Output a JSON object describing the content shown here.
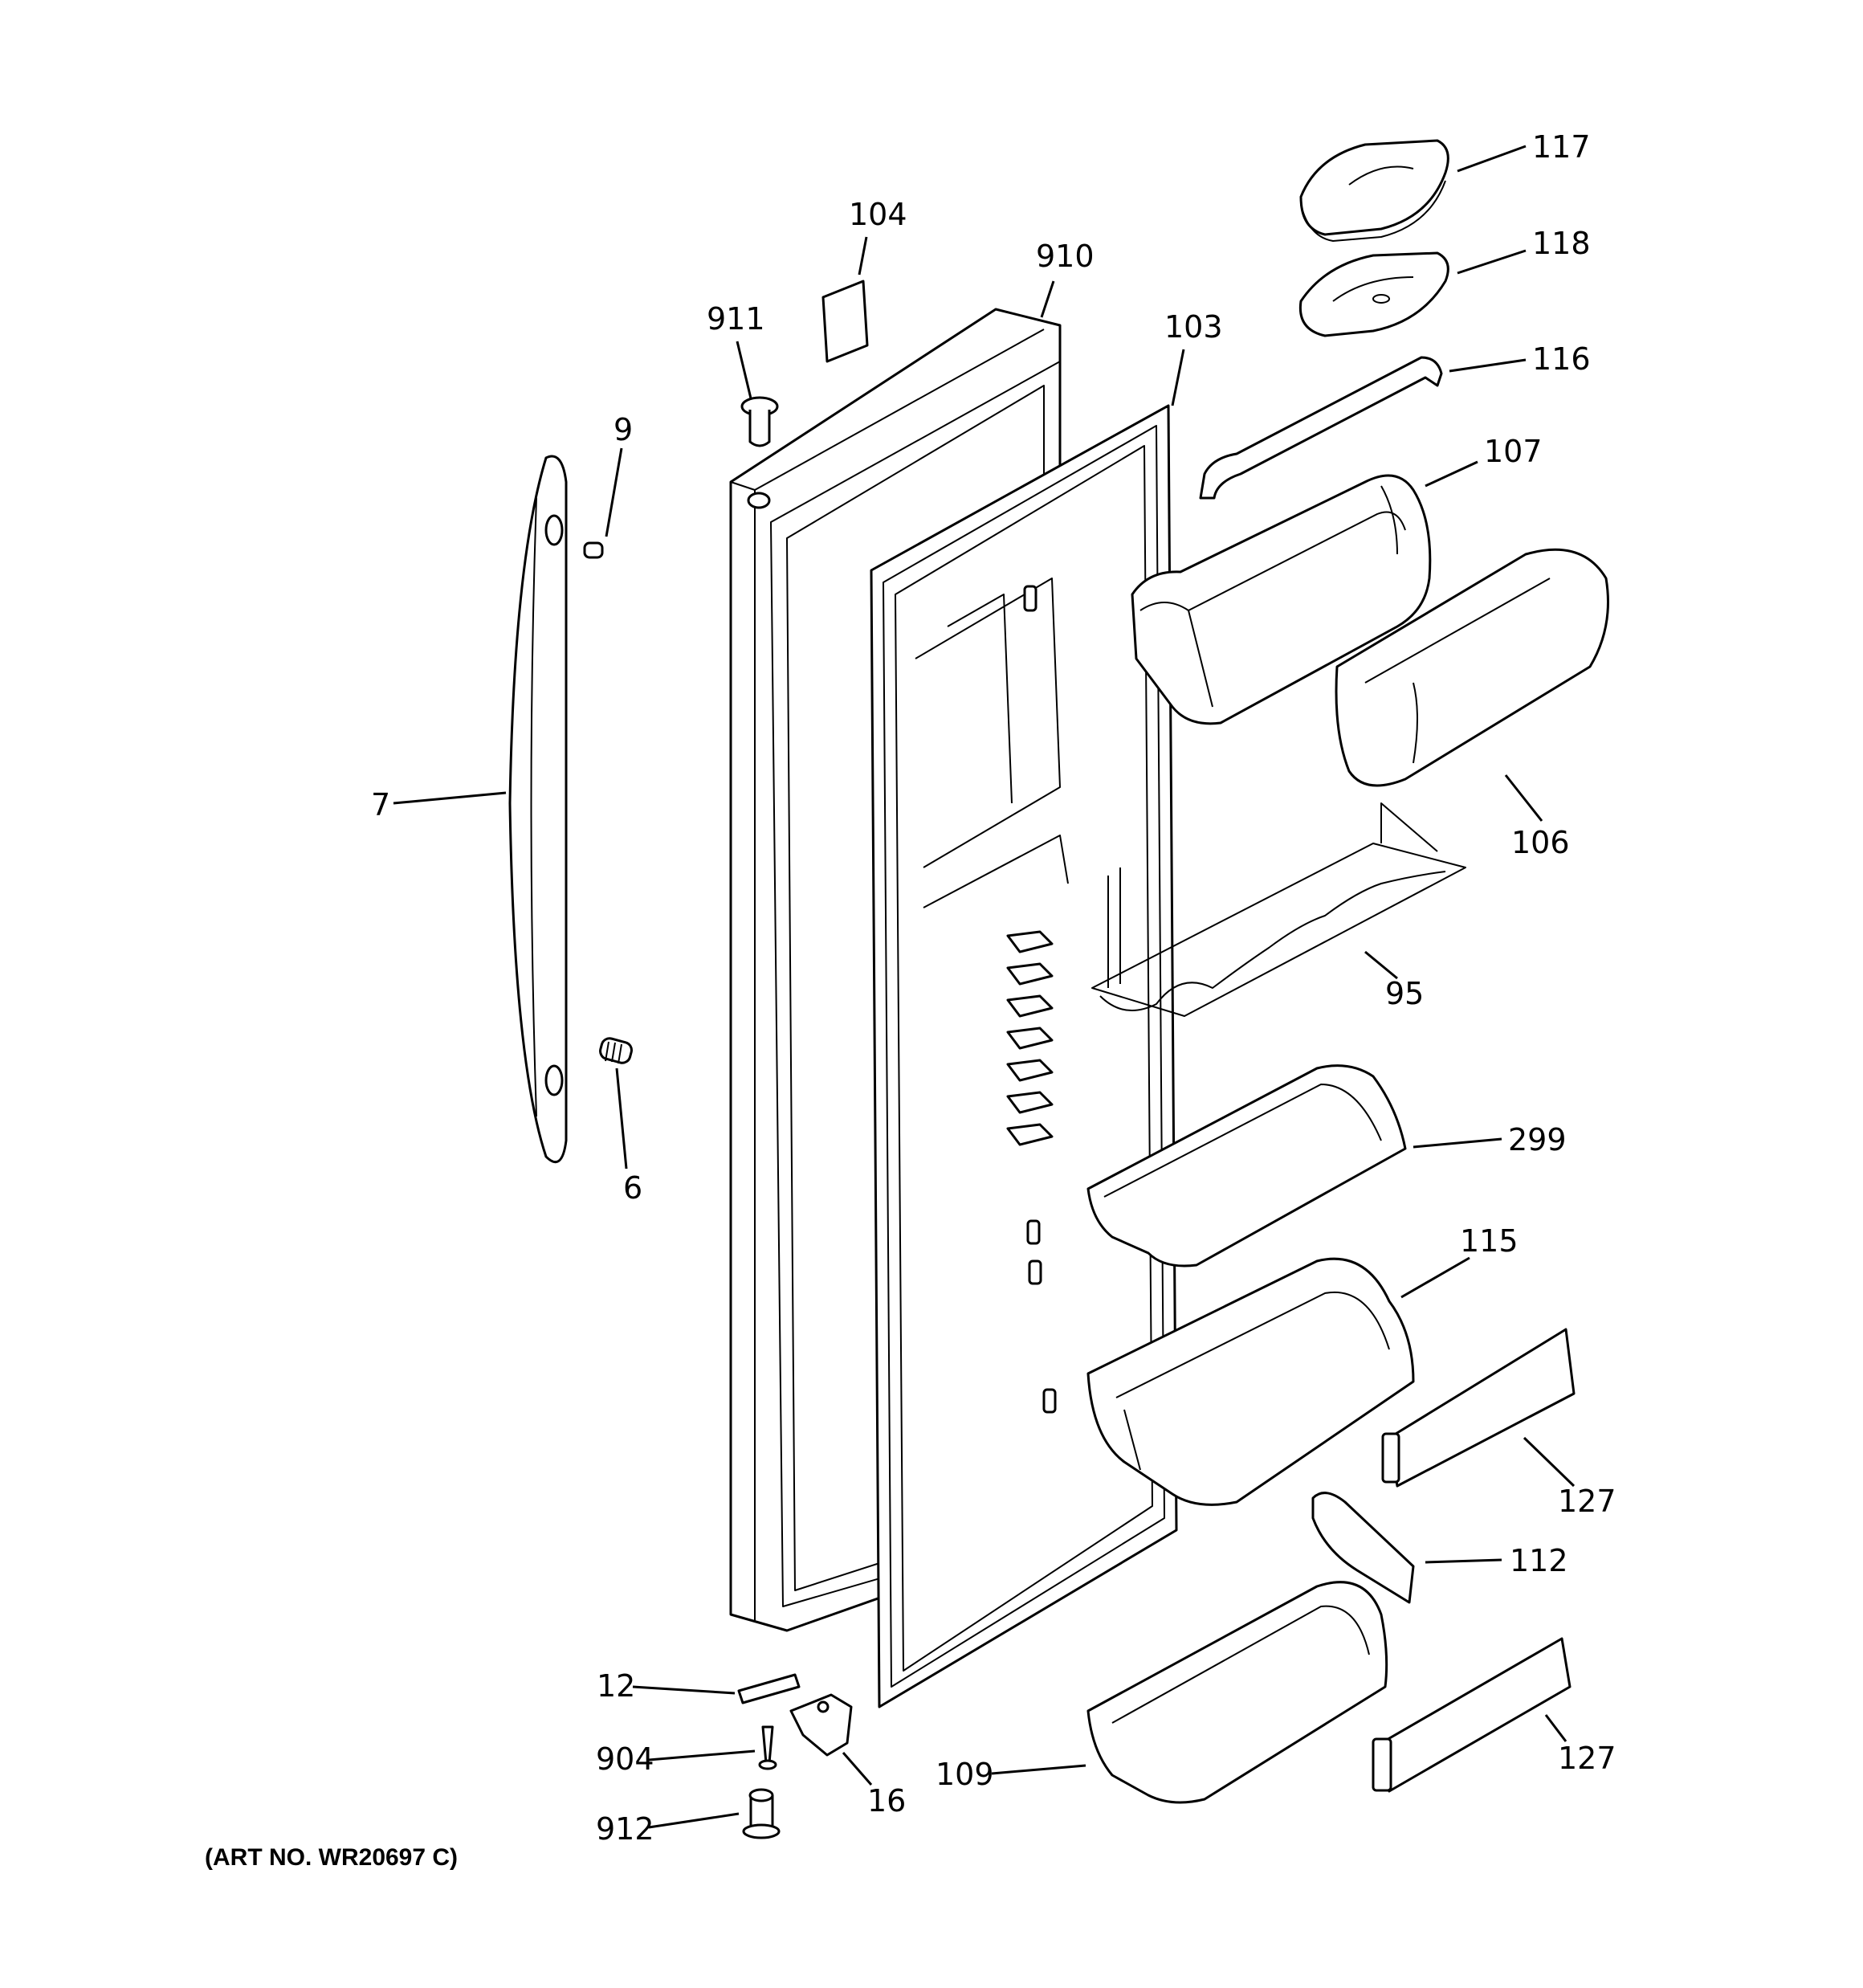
{
  "callouts": {
    "c117": "117",
    "c118": "118",
    "c116": "116",
    "c107": "107",
    "c106": "106",
    "c95": "95",
    "c299": "299",
    "c115": "115",
    "c127a": "127",
    "c112": "112",
    "c127b": "127",
    "c109": "109",
    "c104": "104",
    "c910": "910",
    "c911": "911",
    "c103": "103",
    "c9": "9",
    "c7": "7",
    "c6": "6",
    "c12": "12",
    "c904": "904",
    "c16": "16",
    "c912": "912"
  },
  "art_number": "(ART NO. WR20697 C)"
}
